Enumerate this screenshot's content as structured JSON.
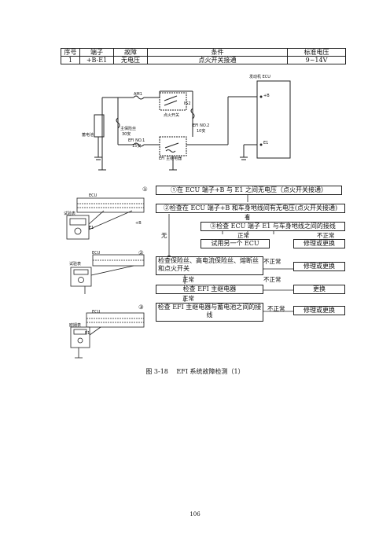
{
  "table": {
    "headers": [
      "序号",
      "端子",
      "故障",
      "条件",
      "标准电压"
    ],
    "row": [
      "1",
      "+B-E1",
      "无电压",
      "点火开关接通",
      "9~14V"
    ]
  },
  "circuit": {
    "ecu_label": "发动机 ECU",
    "b_terminal": "+B",
    "e1_terminal": "E1",
    "am1": "AM1",
    "ig2": "IG2",
    "ignition_switch": "点火开关",
    "main_fuse": "主保险丝",
    "main_fuse_rating": "30安",
    "battery": "蓄电池",
    "efi_no2": "EFI NO.2",
    "efi_no2_rating": "10安",
    "efi_no1": "EFI NO.1",
    "efi_no1_rating": "15安",
    "efi_relay": "EFI 主继电器"
  },
  "tests": {
    "ecu_label": "ECU",
    "meter_label": "试验表",
    "meter_label_3": "欧姆表",
    "e1": "E1",
    "b": "+B"
  },
  "flow": {
    "marker1": "①",
    "marker2": "②",
    "marker3": "③",
    "step1": "①在 ECU 端子+B 与 E1 之间无电压（点火开关接通）",
    "step2": "②检查在 ECU 端子+B 和车身地线间有无电压(点火开关接通)",
    "yes": "有",
    "step3": "③检查 ECU 端子 E1 与车身地线之间的接线",
    "normal": "正常",
    "abnormal": "不正常",
    "none": "无",
    "try_ecu": "试用另一个 ECU",
    "repair": "修理或更换",
    "check_fuse": "检查保险丝、高电流保险丝、熔断丝和点火开关",
    "check_relay": "检查 EFI 主继电器",
    "replace": "更换",
    "check_wire": "检查 EFI 主继电器与蓄电池之间的接线"
  },
  "caption": "图 3-18　 EFI 系统故障检测（1）",
  "page_number": "106"
}
